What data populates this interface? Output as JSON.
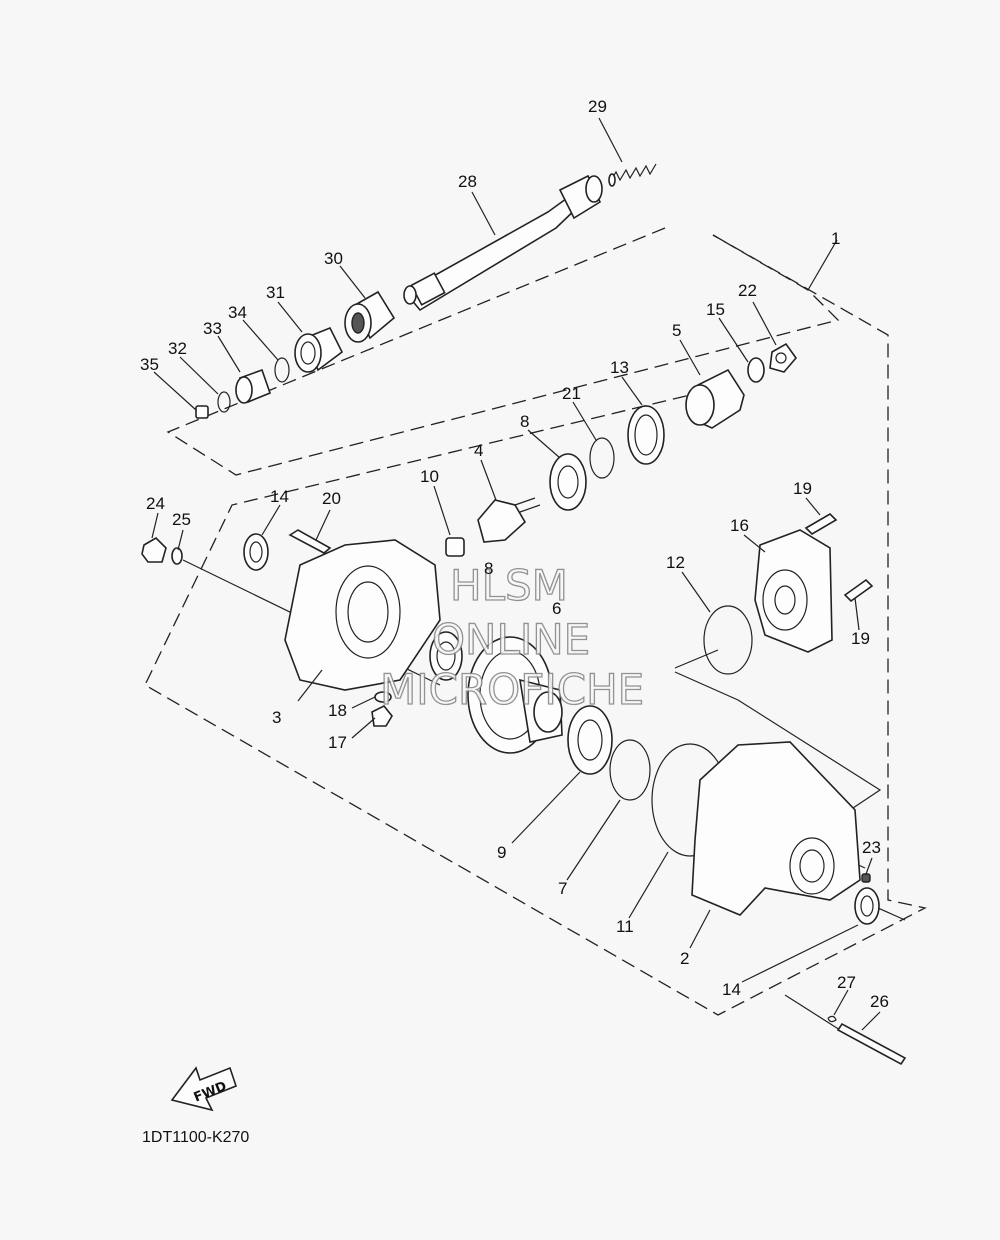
{
  "diagram": {
    "part_numbers": [
      "1",
      "2",
      "3",
      "4",
      "5",
      "6",
      "7",
      "8",
      "8",
      "9",
      "10",
      "11",
      "12",
      "13",
      "14",
      "14",
      "15",
      "16",
      "17",
      "18",
      "19",
      "19",
      "20",
      "21",
      "22",
      "23",
      "24",
      "25",
      "26",
      "27",
      "28",
      "29",
      "30",
      "31",
      "32",
      "33",
      "34",
      "35"
    ],
    "labels": {
      "p1": "1",
      "p2": "2",
      "p3": "3",
      "p4": "4",
      "p5": "5",
      "p6": "6",
      "p7": "7",
      "p8a": "8",
      "p8b": "8",
      "p9": "9",
      "p10": "10",
      "p11": "11",
      "p12": "12",
      "p13": "13",
      "p14a": "14",
      "p14b": "14",
      "p15": "15",
      "p16": "16",
      "p17": "17",
      "p18": "18",
      "p19a": "19",
      "p19b": "19",
      "p20": "20",
      "p21": "21",
      "p22": "22",
      "p23": "23",
      "p24": "24",
      "p25": "25",
      "p26": "26",
      "p27": "27",
      "p28": "28",
      "p29": "29",
      "p30": "30",
      "p31": "31",
      "p32": "32",
      "p33": "33",
      "p34": "34",
      "p35": "35"
    },
    "watermark": {
      "line1": "HLSM",
      "line2": "ONLINE",
      "line3": "MICROFICHE"
    },
    "fwd_arrow_text": "FWD",
    "drawing_code": "1DT1100-K270"
  }
}
